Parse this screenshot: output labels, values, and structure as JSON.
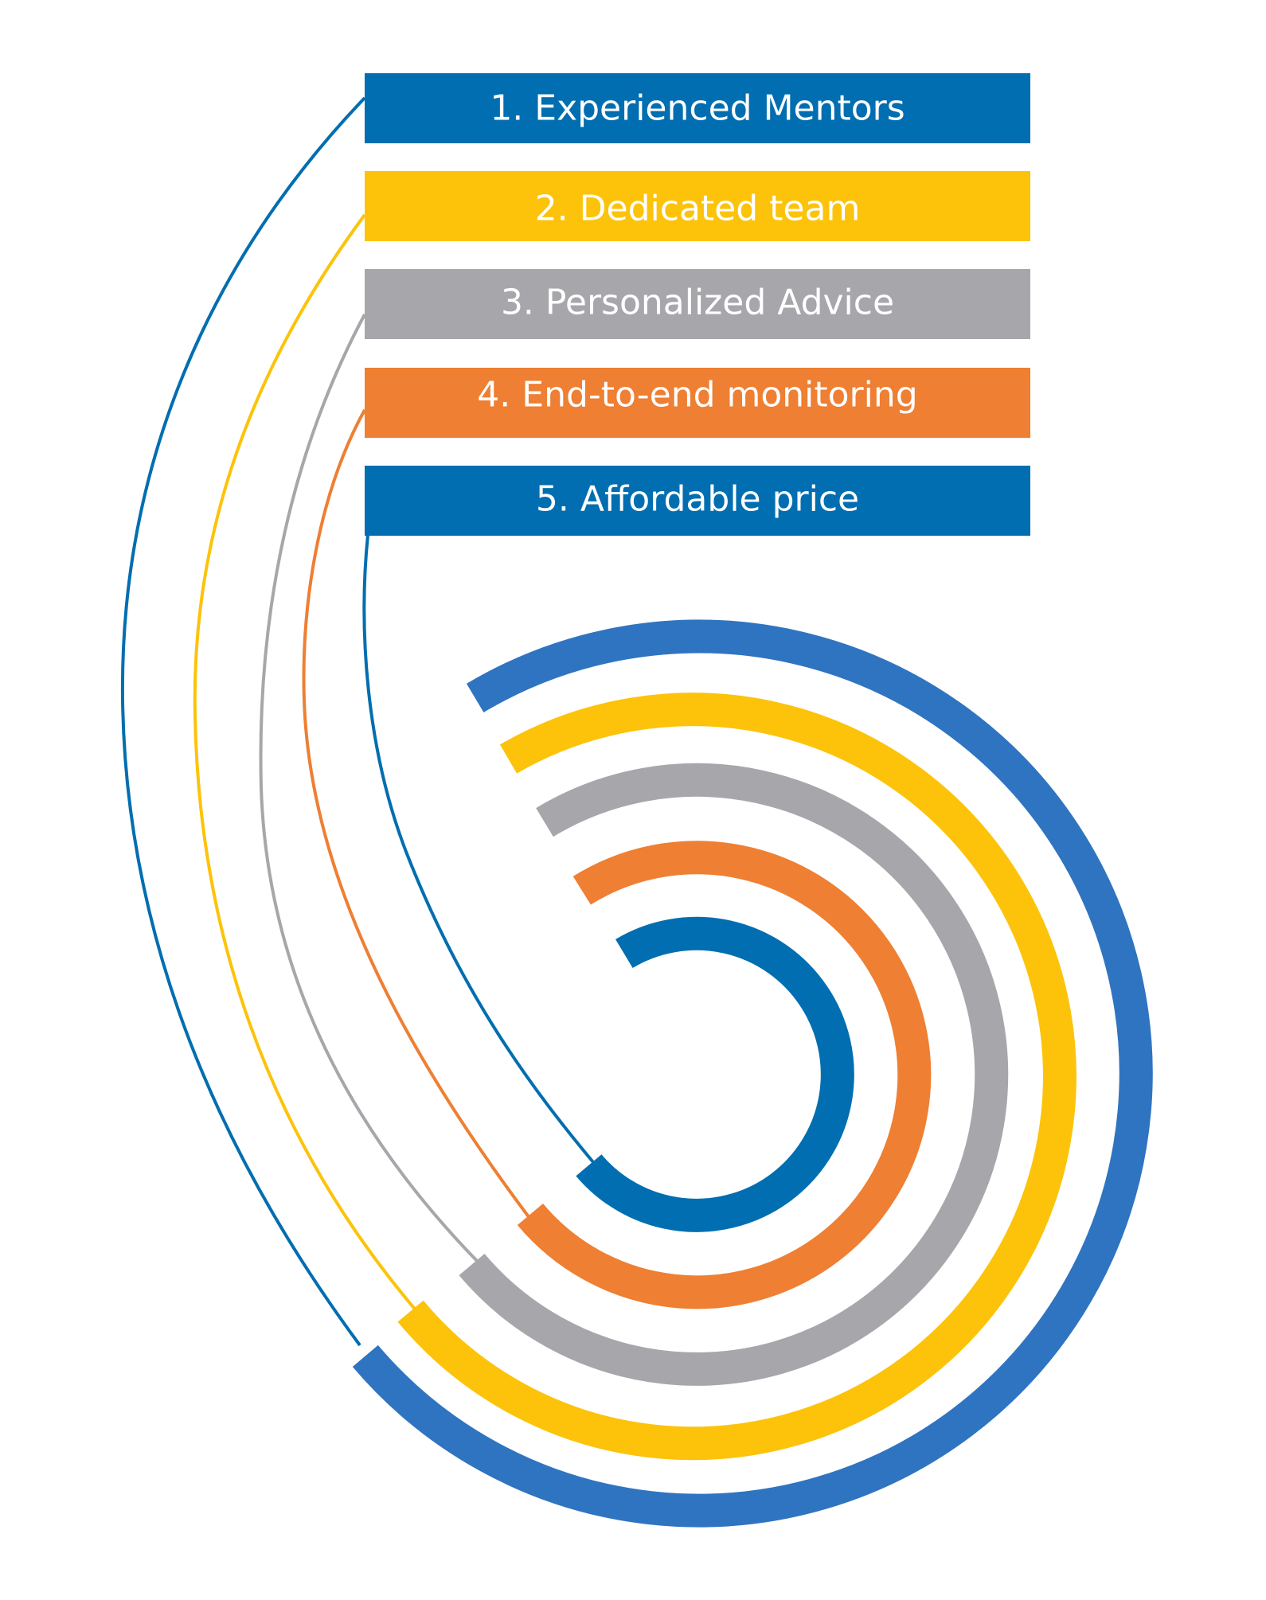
{
  "items": [
    {
      "label": "1. Experienced Mentors",
      "color": "#006EB0",
      "ring_color": "#2F74C1"
    },
    {
      "label": "2. Dedicated team",
      "color": "#FCC30A",
      "ring_color": "#FCC30A"
    },
    {
      "label": "3. Personalized Advice",
      "color": "#A7A6AA",
      "ring_color": "#A7A6AA"
    },
    {
      "label": "4. End-to-end monitoring",
      "color": "#EE7F33",
      "ring_color": "#EE7F33"
    },
    {
      "label": "5. Affordable price",
      "color": "#006EB0",
      "ring_color": "#006EB0"
    }
  ]
}
